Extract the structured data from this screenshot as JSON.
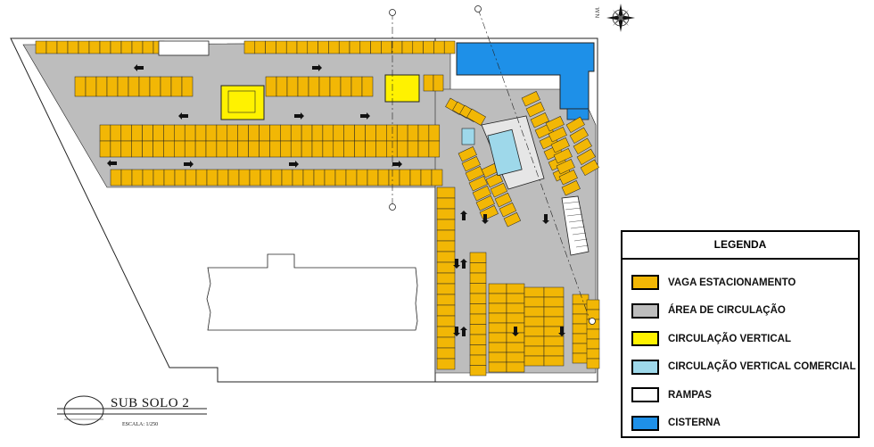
{
  "plan": {
    "title": "SUB SOLO 2",
    "scale": "ESCALA: 1/250",
    "north_label": "N.M.",
    "north_icon": "compass-rose-icon"
  },
  "legend": {
    "title": "LEGENDA",
    "items": [
      {
        "key": "vaga",
        "label": "VAGA ESTACIONAMENTO",
        "color": "#F2B705"
      },
      {
        "key": "circulacao",
        "label": "ÁREA DE CIRCULAÇÃO",
        "color": "#BDBDBD"
      },
      {
        "key": "vertical",
        "label": "CIRCULAÇÃO VERTICAL",
        "color": "#FFF200"
      },
      {
        "key": "vertical_comercial",
        "label": "CIRCULAÇÃO VERTICAL COMERCIAL",
        "color": "#9ED8EA"
      },
      {
        "key": "rampas",
        "label": "RAMPAS",
        "color": "#FFFFFF"
      },
      {
        "key": "cisterna",
        "label": "CISTERNA",
        "color": "#1E90E8"
      }
    ]
  },
  "colors": {
    "outline": "#222222",
    "arrow": "#111111"
  }
}
